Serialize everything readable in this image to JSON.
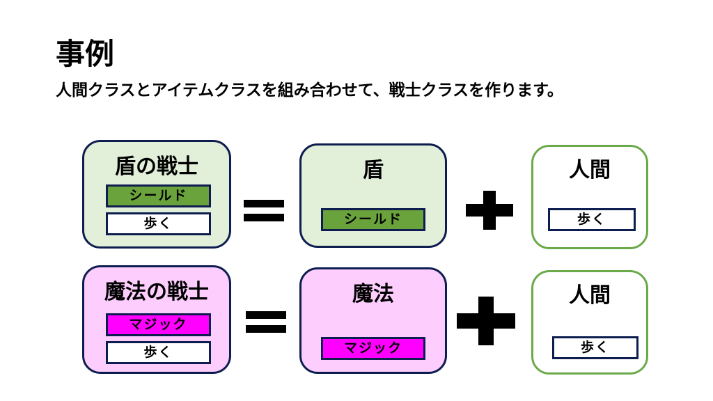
{
  "title": "事例",
  "description": "人間クラスとアイテムクラスを組み合わせて、戦士クラスを作ります。",
  "colors": {
    "navy_border": "#0d1d4f",
    "green_border": "#6aaa4a",
    "light_green_fill": "#e2efd9",
    "light_pink_fill": "#fccdfd",
    "shield_fill": "#6aa33c",
    "magic_fill": "#ff00ff"
  },
  "rows": [
    {
      "result": {
        "name": "盾の戦士",
        "methods": [
          "シールド",
          "歩く"
        ]
      },
      "equals": "equals-icon",
      "item": {
        "name": "盾",
        "methods": [
          "シールド"
        ]
      },
      "plus": "plus-icon",
      "human": {
        "name": "人間",
        "methods": [
          "歩く"
        ]
      }
    },
    {
      "result": {
        "name": "魔法の戦士",
        "methods": [
          "マジック",
          "歩く"
        ]
      },
      "equals": "equals-icon",
      "item": {
        "name": "魔法",
        "methods": [
          "マジック"
        ]
      },
      "plus": "plus-icon",
      "human": {
        "name": "人間",
        "methods": [
          "歩く"
        ]
      }
    }
  ]
}
